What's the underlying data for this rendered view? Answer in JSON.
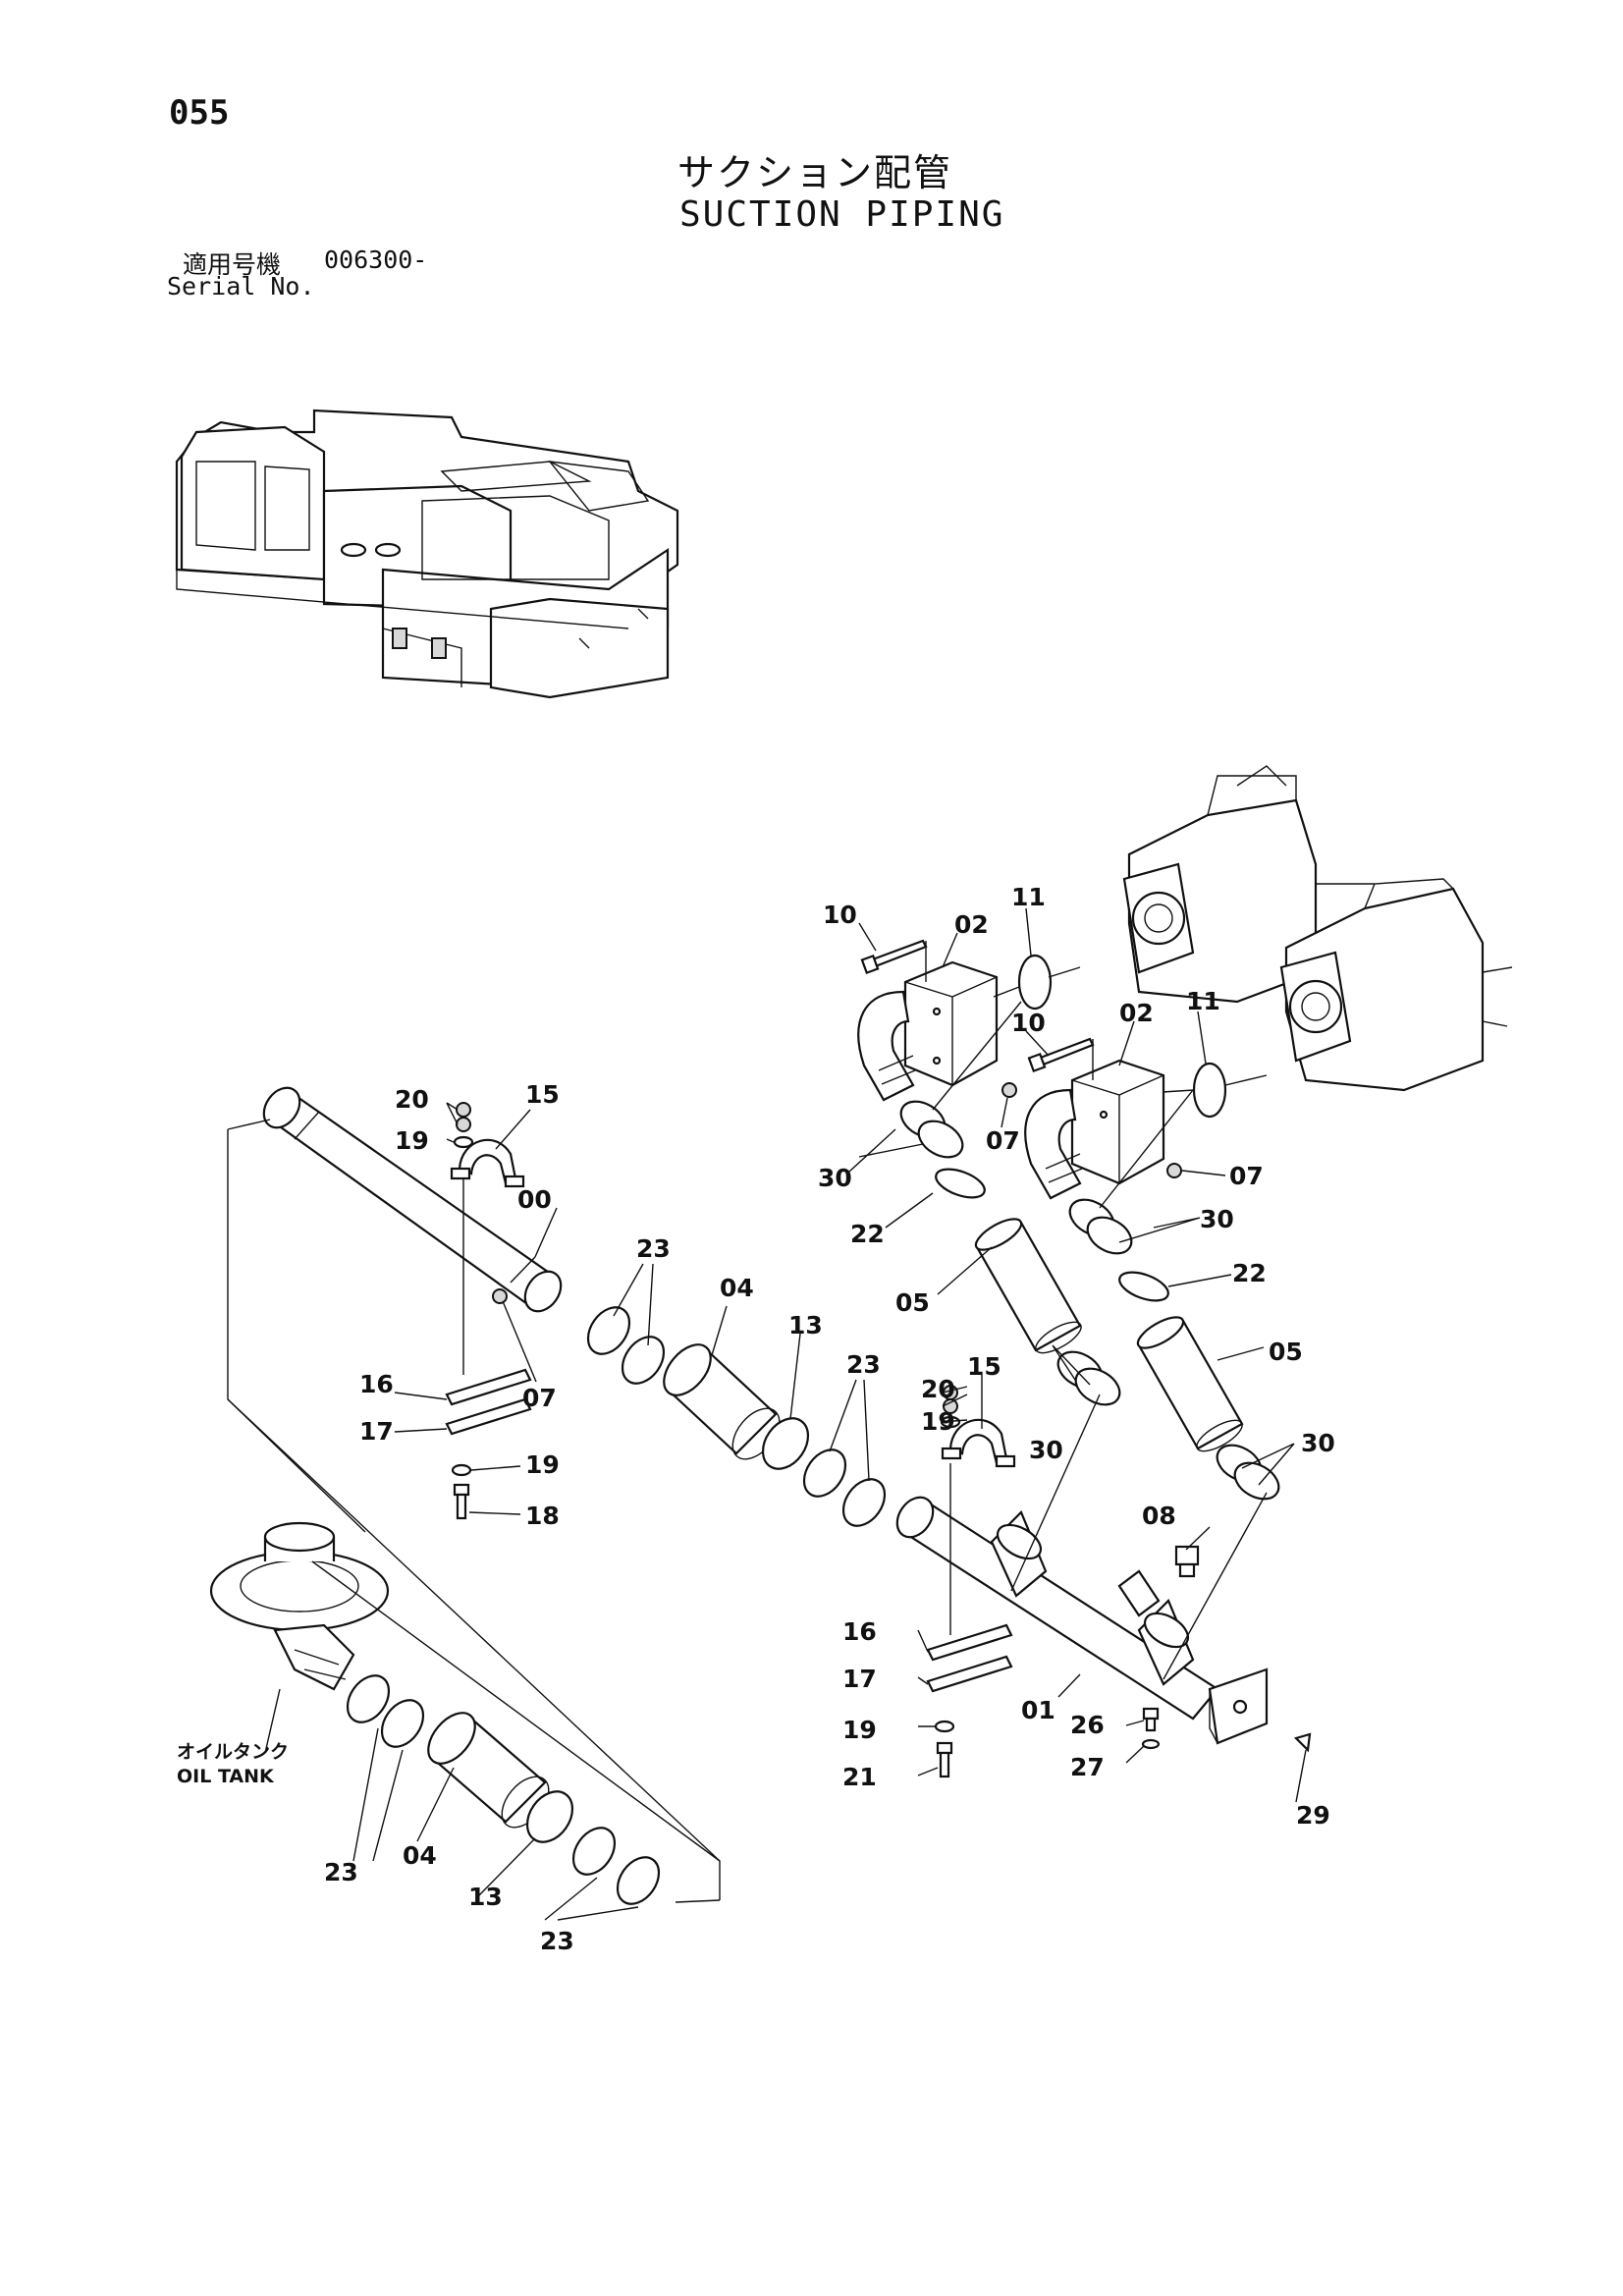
{
  "header": {
    "page_number": "055",
    "title_jp": "サクション配管",
    "title_en": "SUCTION PIPING",
    "serial_label_jp": "適用号機",
    "serial_value": "006300-",
    "serial_label_en": "Serial No."
  },
  "callouts": [
    {
      "id": "c-00",
      "text": "00"
    },
    {
      "id": "c-01",
      "text": "01"
    },
    {
      "id": "c-02a",
      "text": "02"
    },
    {
      "id": "c-02b",
      "text": "02"
    },
    {
      "id": "c-04a",
      "text": "04"
    },
    {
      "id": "c-04b",
      "text": "04"
    },
    {
      "id": "c-05a",
      "text": "05"
    },
    {
      "id": "c-05b",
      "text": "05"
    },
    {
      "id": "c-07a",
      "text": "07"
    },
    {
      "id": "c-07b",
      "text": "07"
    },
    {
      "id": "c-07c",
      "text": "07"
    },
    {
      "id": "c-08",
      "text": "08"
    },
    {
      "id": "c-10a",
      "text": "10"
    },
    {
      "id": "c-10b",
      "text": "10"
    },
    {
      "id": "c-11a",
      "text": "11"
    },
    {
      "id": "c-11b",
      "text": "11"
    },
    {
      "id": "c-13a",
      "text": "13"
    },
    {
      "id": "c-13b",
      "text": "13"
    },
    {
      "id": "c-15a",
      "text": "15"
    },
    {
      "id": "c-15b",
      "text": "15"
    },
    {
      "id": "c-16a",
      "text": "16"
    },
    {
      "id": "c-16b",
      "text": "16"
    },
    {
      "id": "c-17a",
      "text": "17"
    },
    {
      "id": "c-17b",
      "text": "17"
    },
    {
      "id": "c-18",
      "text": "18"
    },
    {
      "id": "c-19a",
      "text": "19"
    },
    {
      "id": "c-19b",
      "text": "19"
    },
    {
      "id": "c-19c",
      "text": "19"
    },
    {
      "id": "c-19d",
      "text": "19"
    },
    {
      "id": "c-20a",
      "text": "20"
    },
    {
      "id": "c-20b",
      "text": "20"
    },
    {
      "id": "c-21",
      "text": "21"
    },
    {
      "id": "c-22a",
      "text": "22"
    },
    {
      "id": "c-22b",
      "text": "22"
    },
    {
      "id": "c-23a",
      "text": "23"
    },
    {
      "id": "c-23b",
      "text": "23"
    },
    {
      "id": "c-23c",
      "text": "23"
    },
    {
      "id": "c-23d",
      "text": "23"
    },
    {
      "id": "c-26",
      "text": "26"
    },
    {
      "id": "c-27",
      "text": "27"
    },
    {
      "id": "c-29",
      "text": "29"
    },
    {
      "id": "c-30a",
      "text": "30"
    },
    {
      "id": "c-30b",
      "text": "30"
    },
    {
      "id": "c-30c",
      "text": "30"
    },
    {
      "id": "c-30d",
      "text": "30"
    }
  ],
  "oil_tank": {
    "label_jp": "オイルタンク",
    "label_en": "OIL TANK"
  }
}
